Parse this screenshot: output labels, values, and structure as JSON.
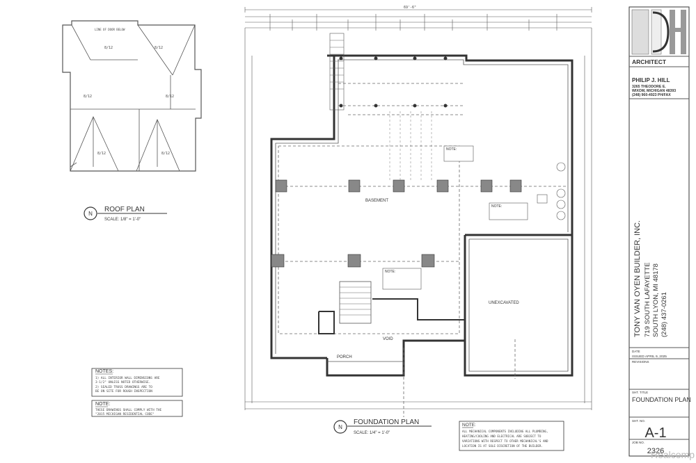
{
  "roof_plan": {
    "title": "ROOF PLAN",
    "scale": "SCALE: 1/8\" = 1'-0\"",
    "north": "N",
    "pitch_label": "8/12",
    "note_small": "LINE OF DOOR BELOW"
  },
  "foundation_plan": {
    "title": "FOUNDATION PLAN",
    "scale": "SCALE: 1/4\" = 1'-0\"",
    "north": "N",
    "overall_dim": "69'-6\"",
    "room_labels": [
      "BASEMENT",
      "UNEXCAVATED",
      "PORCH",
      "VOID"
    ],
    "note_tags": [
      "NOTE:",
      "NOTE:",
      "NOTE:"
    ]
  },
  "notes_box": {
    "title": "NOTES:",
    "lines": [
      "1) ALL INTERIOR WALL DIMENSIONS ARE",
      "3-1/2\" UNLESS NOTED OTHERWISE.",
      "2) SEALED TRUSS DRAWINGS ARE TO",
      "BE ON SITE FOR ROUGH INSPECTION"
    ]
  },
  "code_note": {
    "title": "NOTE:",
    "lines": [
      "THESE DRAWINGS SHALL COMPLY WITH THE",
      "\"2015 MICHIGAN RESIDENTIAL CODE\""
    ]
  },
  "mech_note": {
    "title": "NOTE:",
    "lines": [
      "ALL MECHANICAL COMPONENTS INCLUDING ALL PLUMBING,",
      "HEATING/COOLING AND ELECTRICAL ARE SUBJECT TO",
      "VARIATIONS WITH RESPECT TO OTHER MECHANICAL'S AND",
      "LOCATION IS AT SOLE DISCRETION OF THE BUILDER."
    ]
  },
  "title_block": {
    "architect": "ARCHITECT",
    "name": "PHILIP J. HILL",
    "address1": "3265 THEODORE E.",
    "address2": "WIXOM, MICHIGAN 48393",
    "phone": "(248) 960-4923 PH/FAX",
    "builder_lines": [
      "TONY VAN OYEN BUILDER, INC.",
      "719 SOUTH LAFAYETTE",
      "SOUTH LYON, MI 48178",
      "(248) 437-0261"
    ],
    "date_label": "DATE",
    "date_value": "ISSUED APRIL 9, 2025",
    "revisions": "REVISIONS",
    "sheet_title_label": "SHT. TITLE",
    "sheet_title": "FOUNDATION PLAN",
    "sheet_no_label": "SHT. NO.",
    "sheet_no": "A-1",
    "job_no_label": "JOB NO.",
    "job_no": "2326"
  },
  "watermark": "Realcomp"
}
